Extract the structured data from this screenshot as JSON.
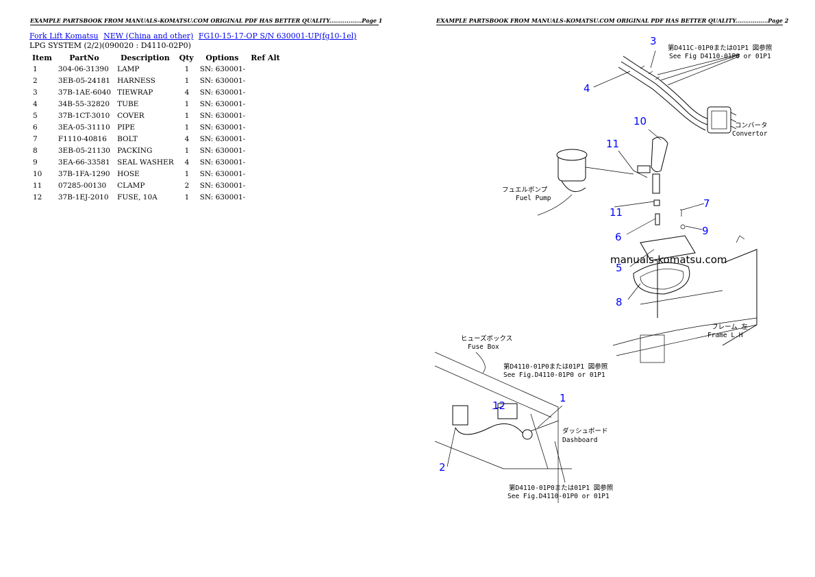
{
  "pages": [
    {
      "header": "EXAMPLE PARTSBOOK FROM MANUALS-KOMATSU.COM ORIGINAL PDF HAS BETTER QUALITY.................Page 1"
    },
    {
      "header": "EXAMPLE PARTSBOOK FROM MANUALS-KOMATSU.COM ORIGINAL PDF HAS BETTER QUALITY.................Page 2"
    }
  ],
  "breadcrumb": [
    "Fork Lift Komatsu",
    "NEW (China and other)",
    "FG10-15-17-OP S/N 630001-UP(fg10-1el)"
  ],
  "subtitle": "LPG SYSTEM (2/2)(090020 : D4110-02P0)",
  "table": {
    "headers": [
      "Item",
      "PartNo",
      "Description",
      "Qty",
      "Options",
      "Ref Alt"
    ],
    "rows": [
      [
        "1",
        "304-06-31390",
        "LAMP",
        "1",
        "SN: 630001-",
        ""
      ],
      [
        "2",
        "3EB-05-24181",
        "HARNESS",
        "1",
        "SN: 630001-",
        ""
      ],
      [
        "3",
        "37B-1AE-6040",
        "TIEWRAP",
        "4",
        "SN: 630001-",
        ""
      ],
      [
        "4",
        "34B-55-32820",
        "TUBE",
        "1",
        "SN: 630001-",
        ""
      ],
      [
        "5",
        "37B-1CT-3010",
        "COVER",
        "1",
        "SN: 630001-",
        ""
      ],
      [
        "6",
        "3EA-05-31110",
        "PIPE",
        "1",
        "SN: 630001-",
        ""
      ],
      [
        "7",
        "F1110-40816",
        "BOLT",
        "4",
        "SN: 630001-",
        ""
      ],
      [
        "8",
        "3EB-05-21130",
        "PACKING",
        "1",
        "SN: 630001-",
        ""
      ],
      [
        "9",
        "3EA-66-33581",
        "SEAL WASHER",
        "4",
        "SN: 630001-",
        ""
      ],
      [
        "10",
        "37B-1FA-1290",
        "HOSE",
        "1",
        "SN: 630001-",
        ""
      ],
      [
        "11",
        "07285-00130",
        "CLAMP",
        "2",
        "SN: 630001-",
        ""
      ],
      [
        "12",
        "37B-1EJ-2010",
        "FUSE, 10A",
        "1",
        "SN: 630001-",
        ""
      ]
    ]
  },
  "diagram": {
    "callouts": [
      "3",
      "4",
      "10",
      "11",
      "11",
      "7",
      "6",
      "9",
      "5",
      "8",
      "1",
      "12",
      "2"
    ],
    "labels": {
      "ref_top_jp": "第D411C-01P0またはO1P1 図参照",
      "ref_top_en": "See Fig D4110-01P0 or 01P1",
      "convertor_jp": "コンバータ",
      "convertor_en": "Convertor",
      "fuel_pump_jp": "フュエルポンプ",
      "fuel_pump_en": "Fuel Pump",
      "frame_jp": "フレーム 左",
      "frame_en": "Frame L.H",
      "fuse_box_jp": "ヒューズボックス",
      "fuse_box_en": "Fuse Box",
      "ref_mid_jp": "第D4110-01P0または01P1 図参照",
      "ref_mid_en": "See Fig.D4110-01P0 or 01P1",
      "dashboard_jp": "ダッシュボード",
      "dashboard_en": "Dashboard",
      "ref_bot_jp": "第D4110-01P0または01P1 図参照",
      "ref_bot_en": "See Fig.D4110-01P0 or 01P1"
    },
    "watermark": "manuals-komatsu.com"
  }
}
